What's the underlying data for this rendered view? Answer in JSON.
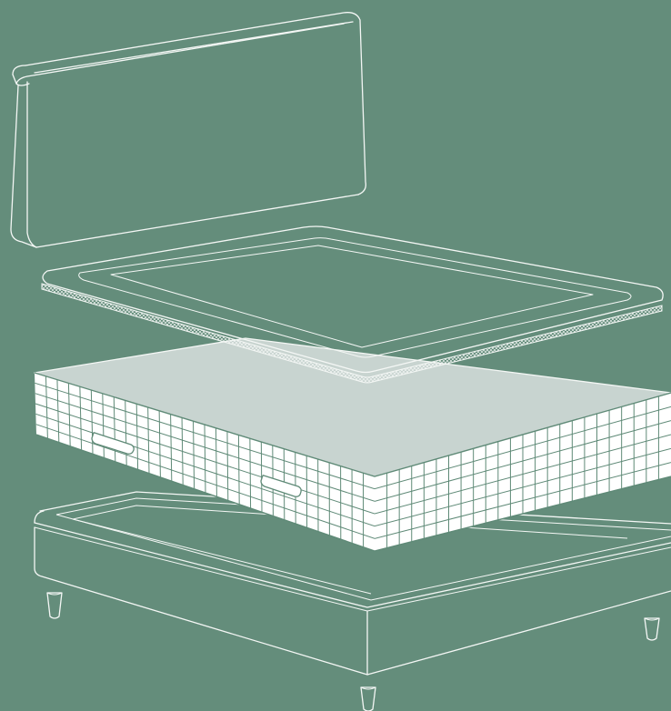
{
  "illustration": {
    "colors": {
      "background": "#648d7b",
      "line": "#f4f7f5",
      "mattress_top": "#c8d4d0",
      "mattress_side": "#ffffff",
      "grid": "#5f8a77"
    },
    "components": [
      {
        "id": "headboard",
        "icon": "headboard-icon"
      },
      {
        "id": "mattress-topper",
        "icon": "topper-icon"
      },
      {
        "id": "mattress",
        "icon": "mattress-icon",
        "handles": 2
      },
      {
        "id": "bed-base",
        "icon": "bed-base-icon",
        "legs": 4
      }
    ]
  }
}
